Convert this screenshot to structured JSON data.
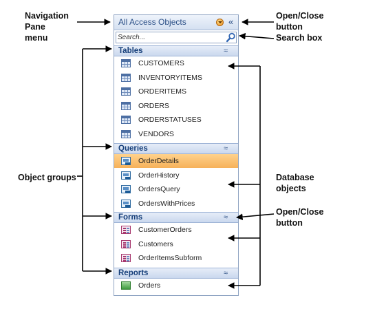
{
  "callouts": {
    "nav_pane_menu": [
      "Navigation",
      "Pane",
      "menu"
    ],
    "open_close_button_top": [
      "Open/Close",
      "button"
    ],
    "search_box": "Search box",
    "object_groups": "Object groups",
    "database_objects": [
      "Database",
      "objects"
    ],
    "open_close_button_forms": [
      "Open/Close",
      "button"
    ]
  },
  "pane": {
    "title": "All Access Objects",
    "shutter_glyph": "«",
    "search_placeholder": "Search...",
    "toggle_glyph": "≈"
  },
  "groups": [
    {
      "label": "Tables",
      "icon": "table-icon",
      "items": [
        "CUSTOMERS",
        "INVENTORYITEMS",
        "ORDERITEMS",
        "ORDERS",
        "ORDERSTATUSES",
        "VENDORS"
      ]
    },
    {
      "label": "Queries",
      "icon": "query-icon",
      "items": [
        "OrderDetails",
        "OrderHistory",
        "OrdersQuery",
        "OrdersWithPrices"
      ],
      "selected": "OrderDetails"
    },
    {
      "label": "Forms",
      "icon": "form-icon",
      "items": [
        "CustomerOrders",
        "Customers",
        "OrderItemsSubform"
      ]
    },
    {
      "label": "Reports",
      "icon": "report-icon",
      "items": [
        "Orders"
      ]
    }
  ],
  "colors": {
    "header_text": "#2a4f86",
    "group_text": "#163f7a",
    "selected": "#f6b15a"
  }
}
